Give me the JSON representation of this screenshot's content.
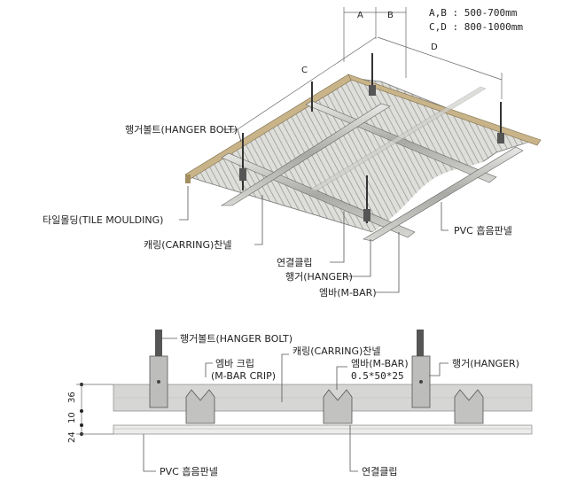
{
  "spec": {
    "ab": "A,B : 500-700mm",
    "cd": "C,D : 800-1000mm"
  },
  "dims": {
    "a": "A",
    "b": "B",
    "c": "C",
    "d": "D"
  },
  "iso_labels": {
    "hanger_bolt": "행거볼트(HANGER BOLT)",
    "tile_moulding": "타일몰딩(TILE MOULDING)",
    "carrying_channel": "캐링(CARRING)찬넬",
    "connect_clip": "연결클립",
    "hanger": "행거(HANGER)",
    "m_bar": "엠바(M-BAR)",
    "pvc_panel": "PVC 흡음판넬"
  },
  "section_labels": {
    "hanger_bolt": "행거볼트(HANGER BOLT)",
    "carrying_channel": "캐링(CARRING)찬넬",
    "m_bar_clip_ko": "엠바 크립",
    "m_bar_clip_en": "(M-BAR CRIP)",
    "m_bar": "엠바(M-BAR)",
    "m_bar_size": "0.5*50*25",
    "hanger": "행거(HANGER)",
    "pvc_panel": "PVC 흡음판넬",
    "connect_clip": "연결클립"
  },
  "section_dims": {
    "d36": "36",
    "d10": "10",
    "d24": "24"
  },
  "colors": {
    "panel": "#d9d9d4",
    "panel_stripe": "#9a9a96",
    "channel": "#b8b8b4",
    "moulding": "#c9b48a",
    "hanger_dark": "#444444"
  }
}
